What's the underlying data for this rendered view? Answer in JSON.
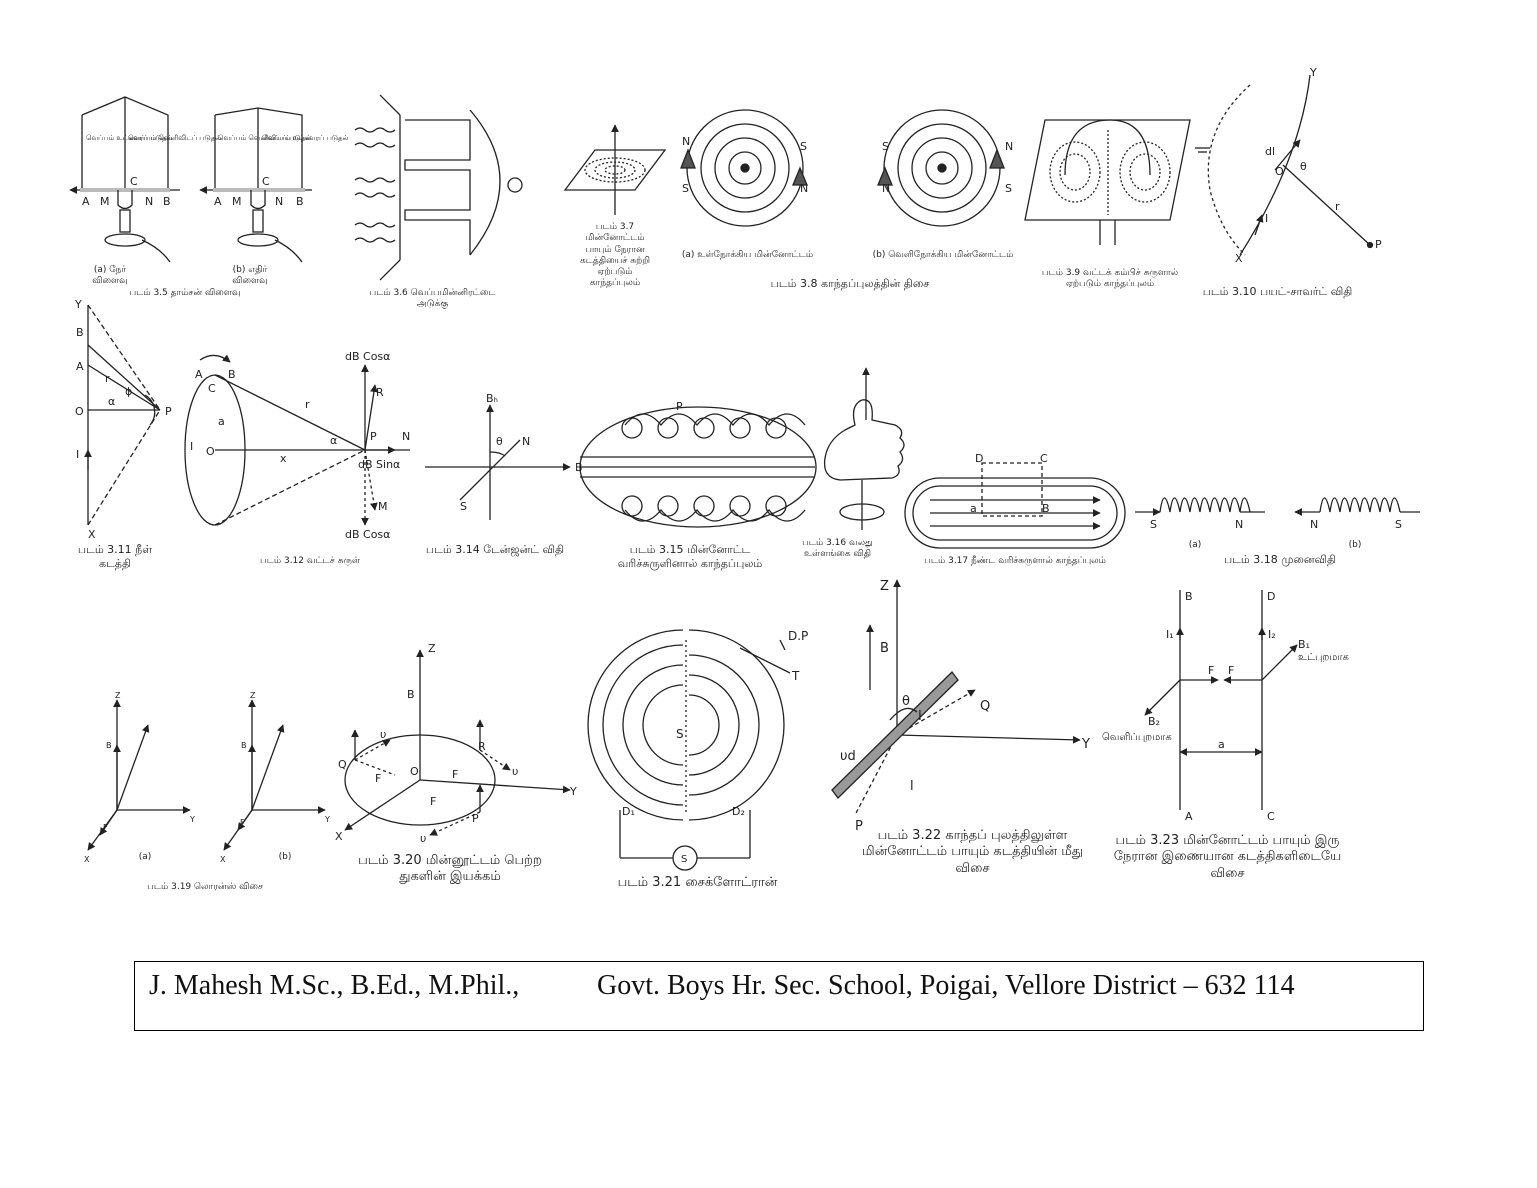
{
  "captions": {
    "fig_3_5_a": "(a) நேர் விளைவு",
    "fig_3_5_b": "(b) எதிர் விளைவு",
    "fig_3_5": "படம் 3.5 தாம்சன் விளைவு",
    "fig_3_6": "படம் 3.6 வெப்பமின்னிரட்டை அடுக்கு",
    "fig_3_7": "படம் 3.7 மின்னோட்டம் பாயும் நேரான கடத்தியைச் சுற்றி ஏற்படும் காந்தப்புலம்",
    "fig_3_8_a": "(a) உள்நோக்கிய மின்னோட்டம்",
    "fig_3_8_b": "(b) வெளிநோக்கிய மின்னோட்டம்",
    "fig_3_8": "படம் 3.8 காந்தப்புலத்தின் திசை",
    "fig_3_9": "படம் 3.9 வட்டக் கம்பிச் சுருளால் ஏற்படும் காந்தப்புலம்",
    "fig_3_10": "படம் 3.10 பயட்-சாவர்ட் விதி",
    "fig_3_11": "படம் 3.11 நீள் கடத்தி",
    "fig_3_12": "படம் 3.12 வட்டச் சுருள்",
    "fig_3_14": "படம் 3.14 டேன்ஜன்ட் விதி",
    "fig_3_15": "படம் 3.15 மின்னோட்ட வரிச்சுருளினால் காந்தப்புலம்",
    "fig_3_16": "படம் 3.16 வலது உள்ளங்கை விதி",
    "fig_3_17": "படம் 3.17 நீண்ட வரிச்சுருளால் காந்தப்புலம்",
    "fig_3_18": "படம் 3.18 முனைவிதி",
    "fig_3_18_a": "(a)",
    "fig_3_18_b": "(b)",
    "fig_3_19_a": "(a)",
    "fig_3_19_b": "(b)",
    "fig_3_19": "படம் 3.19 லொரன்ஸ் விசை",
    "fig_3_20": "படம் 3.20 மின்னூட்டம் பெற்ற துகளின் இயக்கம்",
    "fig_3_21": "படம் 3.21 சைக்ளோட்ரான்",
    "fig_3_22": "படம் 3.22 காந்தப் புலத்திலுள்ள மின்னோட்டம் பாயும் கடத்தியின் மீது விசை",
    "fig_3_23": "படம் 3.23 மின்னோட்டம் பாயும் இரு நேரான இணையான கடத்திகளிடையே விசை"
  },
  "labels": {
    "thomson_text_1": "வெப்பம் உட்கவரப் படுதல்",
    "thomson_text_2": "வெப்பம் வெளிவிடப் படுதல்",
    "pole_N": "N",
    "pole_S": "S",
    "axis_X": "X",
    "axis_Y": "Y",
    "axis_Z": "Z",
    "B": "B",
    "I": "I",
    "P": "P",
    "Q": "Q",
    "O": "O",
    "F": "F",
    "dB_cos": "dB Cosα",
    "dB_sin": "dB Sinα",
    "DP": "D.P",
    "T": "T",
    "D1": "D₁",
    "D2": "D₂",
    "S_circle": "S",
    "outward": "வெளிப்புறமாக",
    "inward": "உட்புறமாக",
    "alpha": "α",
    "theta": "θ",
    "phi": "ϕ",
    "r": "r",
    "a": "a",
    "x": "x",
    "l": "l",
    "vd": "υd",
    "v": "υ",
    "I1": "I₁",
    "I2": "I₂",
    "B1": "B₁",
    "B2": "B₂",
    "Bh": "Bₕ",
    "A": "A",
    "C": "C",
    "D": "D",
    "M": "M",
    "N": "N",
    "R": "R",
    "dl": "dl",
    "X": "X"
  },
  "footer": {
    "author": "J. Mahesh M.Sc., B.Ed., M.Phil.,",
    "school": "Govt. Boys Hr. Sec. School, Poigai, Vellore District – 632 114"
  }
}
